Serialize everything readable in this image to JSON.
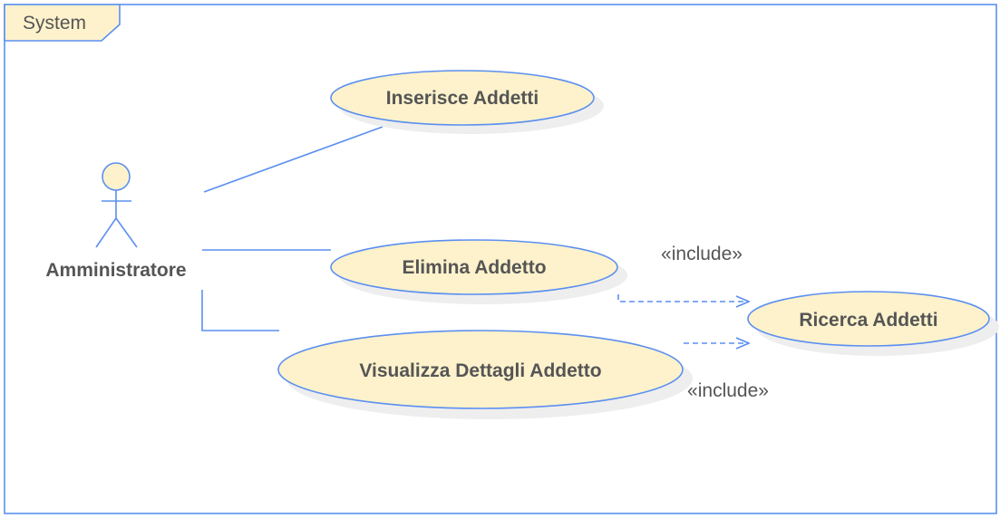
{
  "system": {
    "title": "System"
  },
  "actor": {
    "name": "Amministratore"
  },
  "use_cases": {
    "inserisce": "Inserisce Addetti",
    "elimina": "Elimina Addetto",
    "visualizza": "Visualizza Dettagli Addetto",
    "ricerca": "Ricerca Addetti"
  },
  "relations": {
    "include_1": "«include»",
    "include_2": "«include»"
  },
  "colors": {
    "stroke": "#5b8ff0",
    "fill": "#fdf2cc",
    "text": "#555555",
    "shadow": "#eeeeee"
  }
}
